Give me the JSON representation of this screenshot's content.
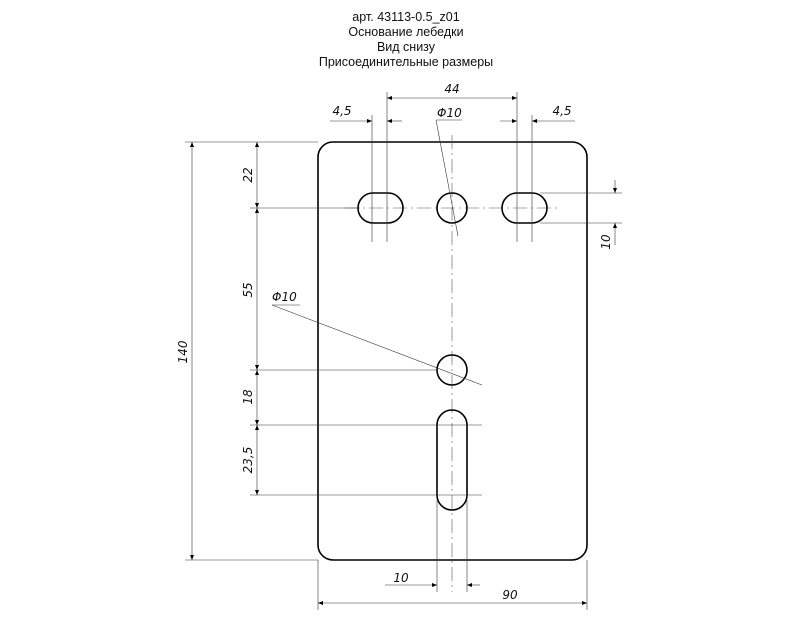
{
  "title": {
    "article": "арт. 43113-0.5_z01",
    "name": "Основание лебедки",
    "view": "Вид снизу",
    "subtitle": "Присоединительные размеры"
  },
  "dimensions": {
    "slot_spacing": "44",
    "left_slot_travel": "4,5",
    "right_slot_travel": "4,5",
    "top_hole_diameter": "Φ10",
    "center_hole_diameter": "Φ10",
    "top_offset": "22",
    "holes_spacing": "55",
    "hole_to_slot": "18",
    "slot_length": "23,5",
    "total_height": "140",
    "slot_width_top": "10",
    "slot_width_bottom": "10",
    "total_width": "90"
  }
}
